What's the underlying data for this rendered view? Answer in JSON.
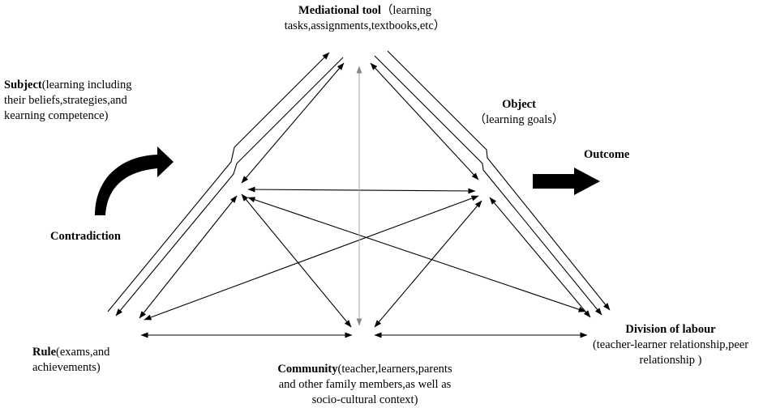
{
  "nodes": {
    "mediational_tool": {
      "title": "Mediational tool",
      "detail_line1": "（learning",
      "detail_line2": "tasks,assignments,textbooks,etc）"
    },
    "subject": {
      "title": "Subject",
      "detail_line1": "(learning including",
      "detail_line2": "their beliefs,strategies,and",
      "detail_line3": "kearning competence)"
    },
    "object": {
      "title": "Object",
      "detail": "（learning goals）"
    },
    "outcome": {
      "title": "Outcome"
    },
    "contradiction": {
      "title": "Contradiction"
    },
    "rule": {
      "title": "Rule",
      "detail_line1": "(exams,and",
      "detail_line2": "achievements)"
    },
    "community": {
      "title": "Community",
      "detail_line1": "(teacher,learners,parents",
      "detail_line2": "and other family members,as well as",
      "detail_line3": "socio-cultural context)"
    },
    "division_of_labour": {
      "title": "Division of labour",
      "detail_line1": "(teacher-learner relationship,peer",
      "detail_line2": "relationship )"
    }
  },
  "colors": {
    "line": "#000000",
    "center_axis": "#aaaaaa",
    "block_arrow": "#000000"
  }
}
